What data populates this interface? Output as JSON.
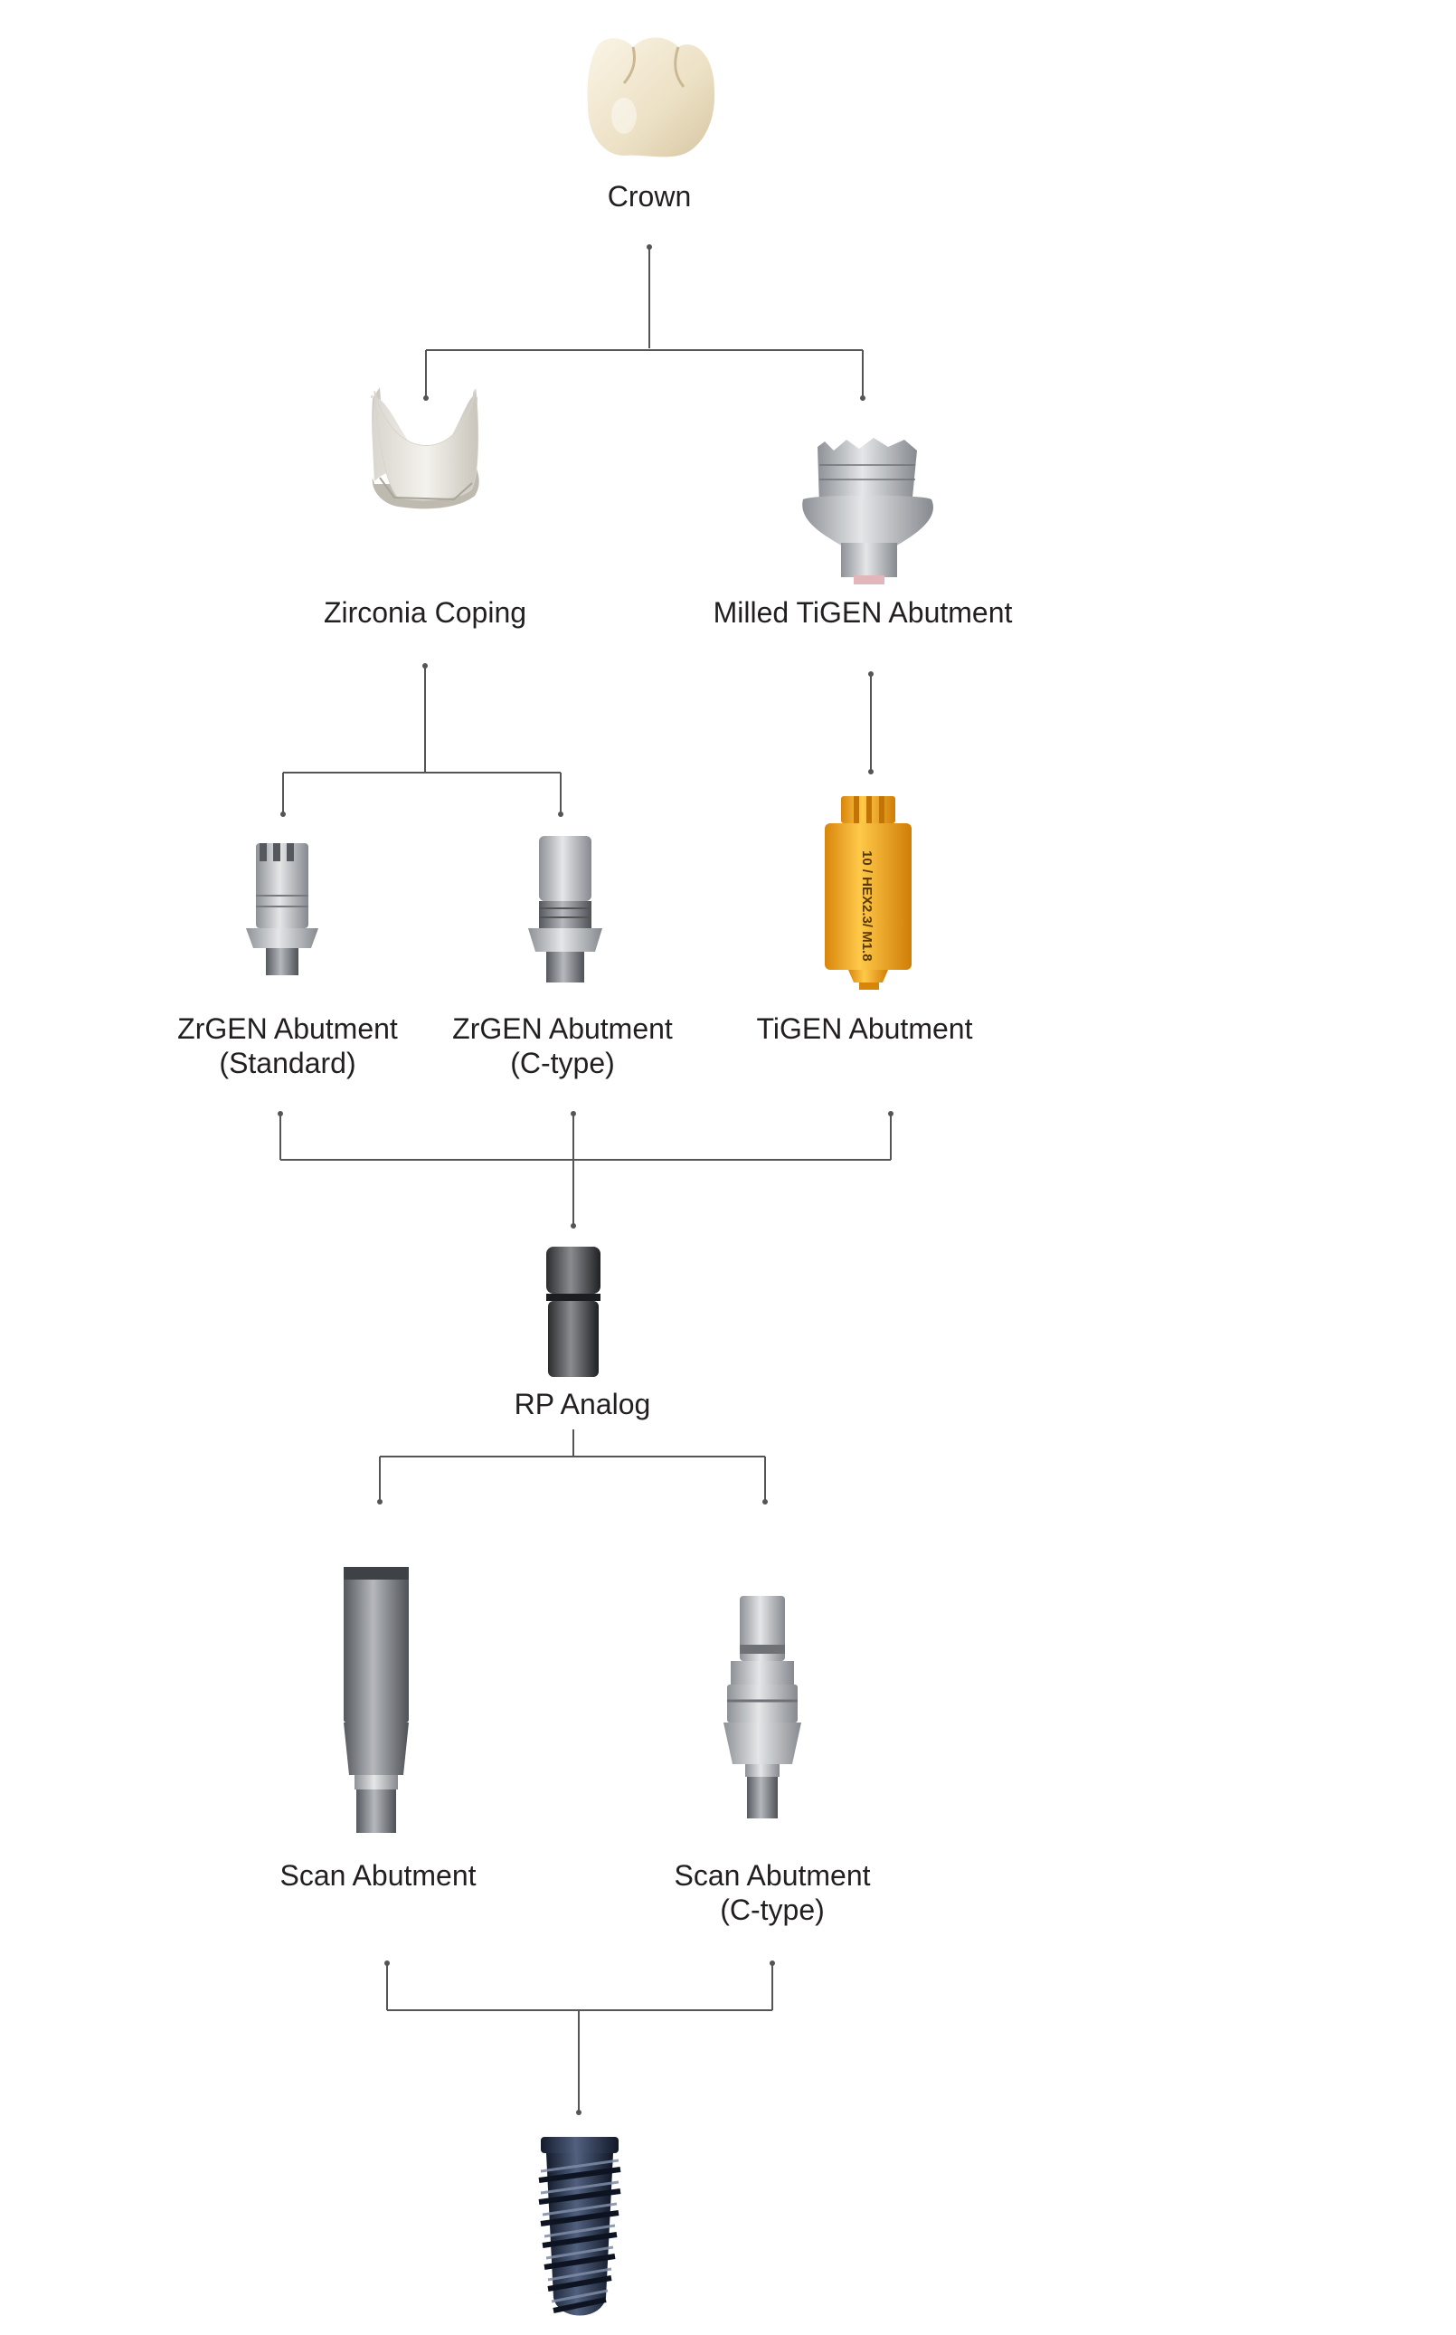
{
  "nodes": {
    "crown": {
      "label": "Crown"
    },
    "zirconia_coping": {
      "label": "Zirconia Coping"
    },
    "milled_tigen": {
      "label": "Milled TiGEN Abutment"
    },
    "zrgen_standard": {
      "label_line1": "ZrGEN Abutment",
      "label_line2": "(Standard)"
    },
    "zrgen_ctype": {
      "label_line1": "ZrGEN Abutment",
      "label_line2": "(C-type)"
    },
    "tigen": {
      "label": "TiGEN Abutment",
      "engraving": "10 / HEX2.3/ M1.8"
    },
    "rp_analog": {
      "label": "RP Analog"
    },
    "scan_abutment": {
      "label": "Scan Abutment"
    },
    "scan_abutment_ctype": {
      "label_line1": "Scan Abutment",
      "label_line2": "(C-type)"
    },
    "implant": {}
  },
  "colors": {
    "line": "#555555",
    "text": "#231f20",
    "gold": "#f2a720",
    "implant": "#2a3550",
    "titanium": "#a9acb0",
    "ceramic": "#f1ead9"
  }
}
